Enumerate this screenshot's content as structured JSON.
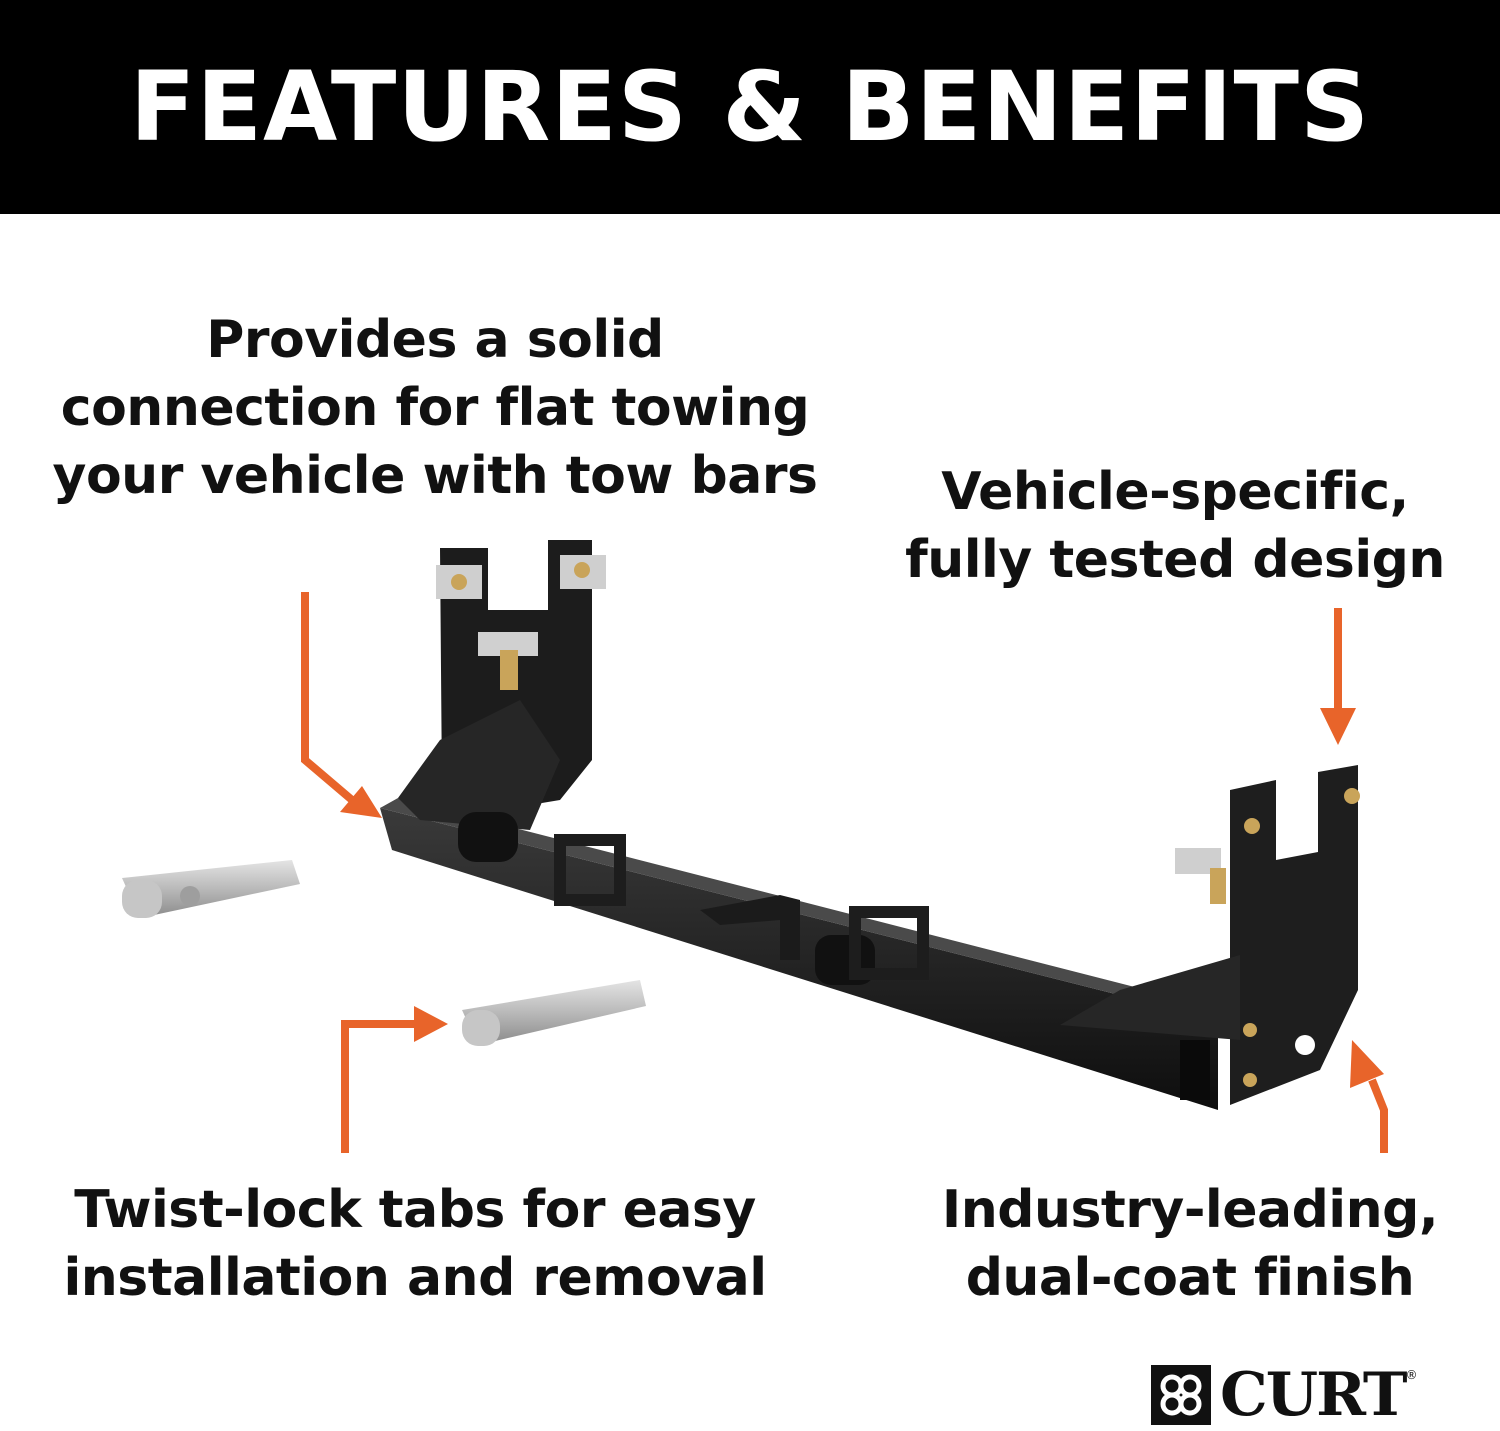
{
  "header": {
    "title": "FEATURES & BENEFITS"
  },
  "callouts": {
    "connection": [
      "Provides a solid",
      "connection for flat towing",
      "your vehicle with tow bars"
    ],
    "design": [
      "Vehicle-specific,",
      "fully tested design"
    ],
    "tabs": [
      "Twist-lock tabs for easy",
      "installation and removal"
    ],
    "finish": [
      "Industry-leading,",
      "dual-coat finish"
    ]
  },
  "colors": {
    "arrow": "#e8642a",
    "header_bg": "#000000",
    "bracket": "#1b1b1b"
  },
  "logo": {
    "text": "CURT",
    "mark": "®"
  }
}
